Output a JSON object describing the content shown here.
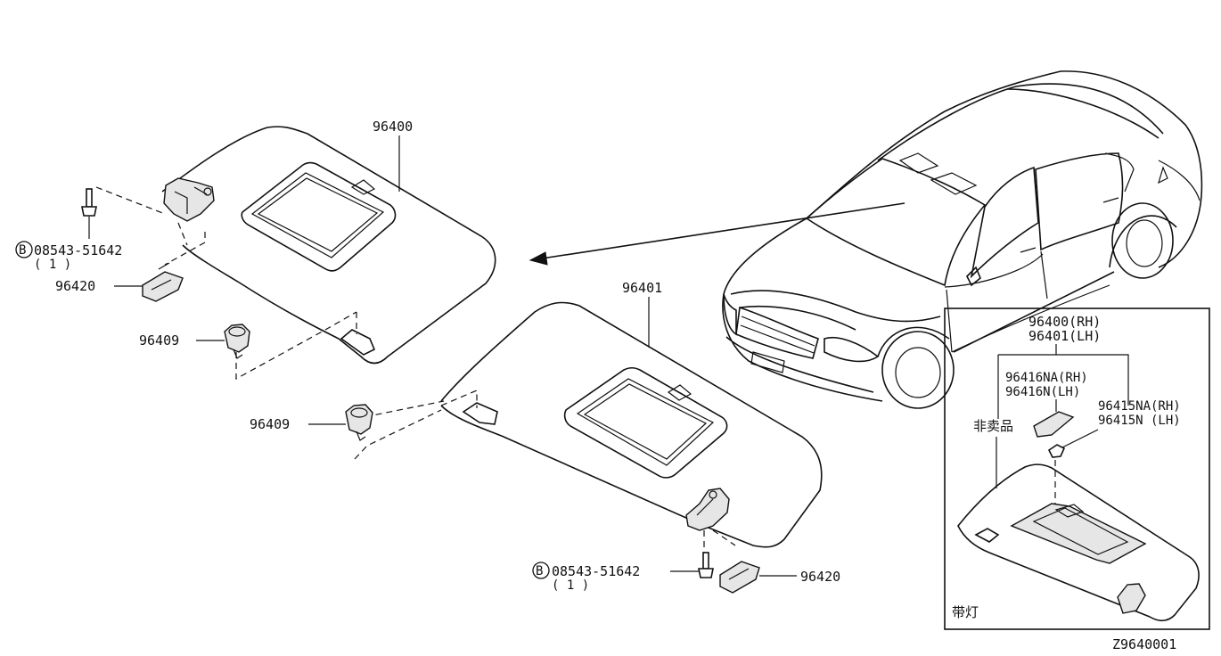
{
  "parts": {
    "visor_rh": "96400",
    "visor_lh": "96401",
    "bracket_top": "96420",
    "bracket_bottom": "96420",
    "holder_top": "96409",
    "holder_bottom": "96409",
    "bolt_top": {
      "badge": "B",
      "code": "08543-51642",
      "qty": "( 1 )"
    },
    "bolt_bottom": {
      "badge": "B",
      "code": "08543-51642",
      "qty": "( 1 )"
    }
  },
  "inset": {
    "visor_rh": "96400(RH)",
    "visor_lh": "96401(LH)",
    "mirror_rh": "96416NA(RH)",
    "mirror_lh": "96416N(LH)",
    "lamp_rh": "96415NA(RH)",
    "lamp_lh": "96415N (LH)",
    "not_sold": "非卖品",
    "with_lamp": "带灯"
  },
  "diagram_code": "Z9640001"
}
